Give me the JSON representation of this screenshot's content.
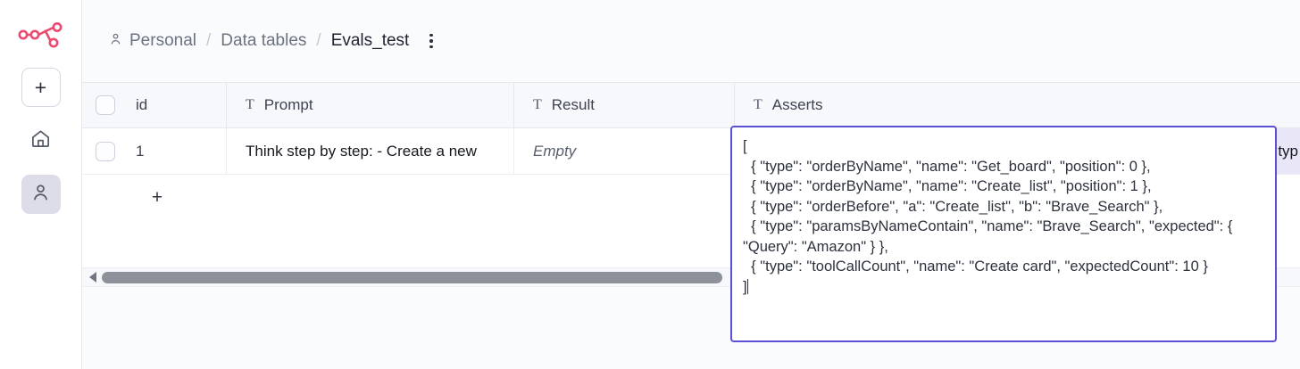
{
  "sidebar": {
    "logo_name": "n8n-logo",
    "items": [
      {
        "name": "add-button",
        "icon": "plus-icon",
        "label": "+"
      },
      {
        "name": "home-button",
        "icon": "home-icon",
        "label": ""
      },
      {
        "name": "personal-button",
        "icon": "person-icon",
        "label": "",
        "active": true
      }
    ]
  },
  "breadcrumb": {
    "personal": "Personal",
    "data_tables": "Data tables",
    "current": "Evals_test",
    "separator": "/",
    "person_icon": "person-icon",
    "menu_icon": "kebab-menu-icon"
  },
  "table": {
    "columns": [
      {
        "key": "check",
        "label": "",
        "type_icon": ""
      },
      {
        "key": "id",
        "label": "id",
        "type_icon": ""
      },
      {
        "key": "prompt",
        "label": "Prompt",
        "type_icon": "T"
      },
      {
        "key": "result",
        "label": "Result",
        "type_icon": "T"
      },
      {
        "key": "asserts",
        "label": "Asserts",
        "type_icon": "T"
      }
    ],
    "rows": [
      {
        "id": "1",
        "prompt": "Think step by step: - Create a new",
        "result": "Empty",
        "asserts_overflow": "typ"
      }
    ],
    "add_row_label": "+"
  },
  "editor": {
    "value": "[\n  { \"type\": \"orderByName\", \"name\": \"Get_board\", \"position\": 0 },\n  { \"type\": \"orderByName\", \"name\": \"Create_list\", \"position\": 1 },\n  { \"type\": \"orderBefore\", \"a\": \"Create_list\", \"b\": \"Brave_Search\" },\n  { \"type\": \"paramsByNameContain\", \"name\": \"Brave_Search\", \"expected\": { \"Query\": \"Amazon\" } },\n  { \"type\": \"toolCallCount\", \"name\": \"Create card\", \"expectedCount\": 10 }\n]",
    "border_color": "#5b4fd6"
  },
  "colors": {
    "accent_purple": "#5b4fd6",
    "logo_pink": "#ea4b71",
    "header_bg": "#f6f8fc",
    "editing_cell_bg": "#e9e7f7"
  }
}
